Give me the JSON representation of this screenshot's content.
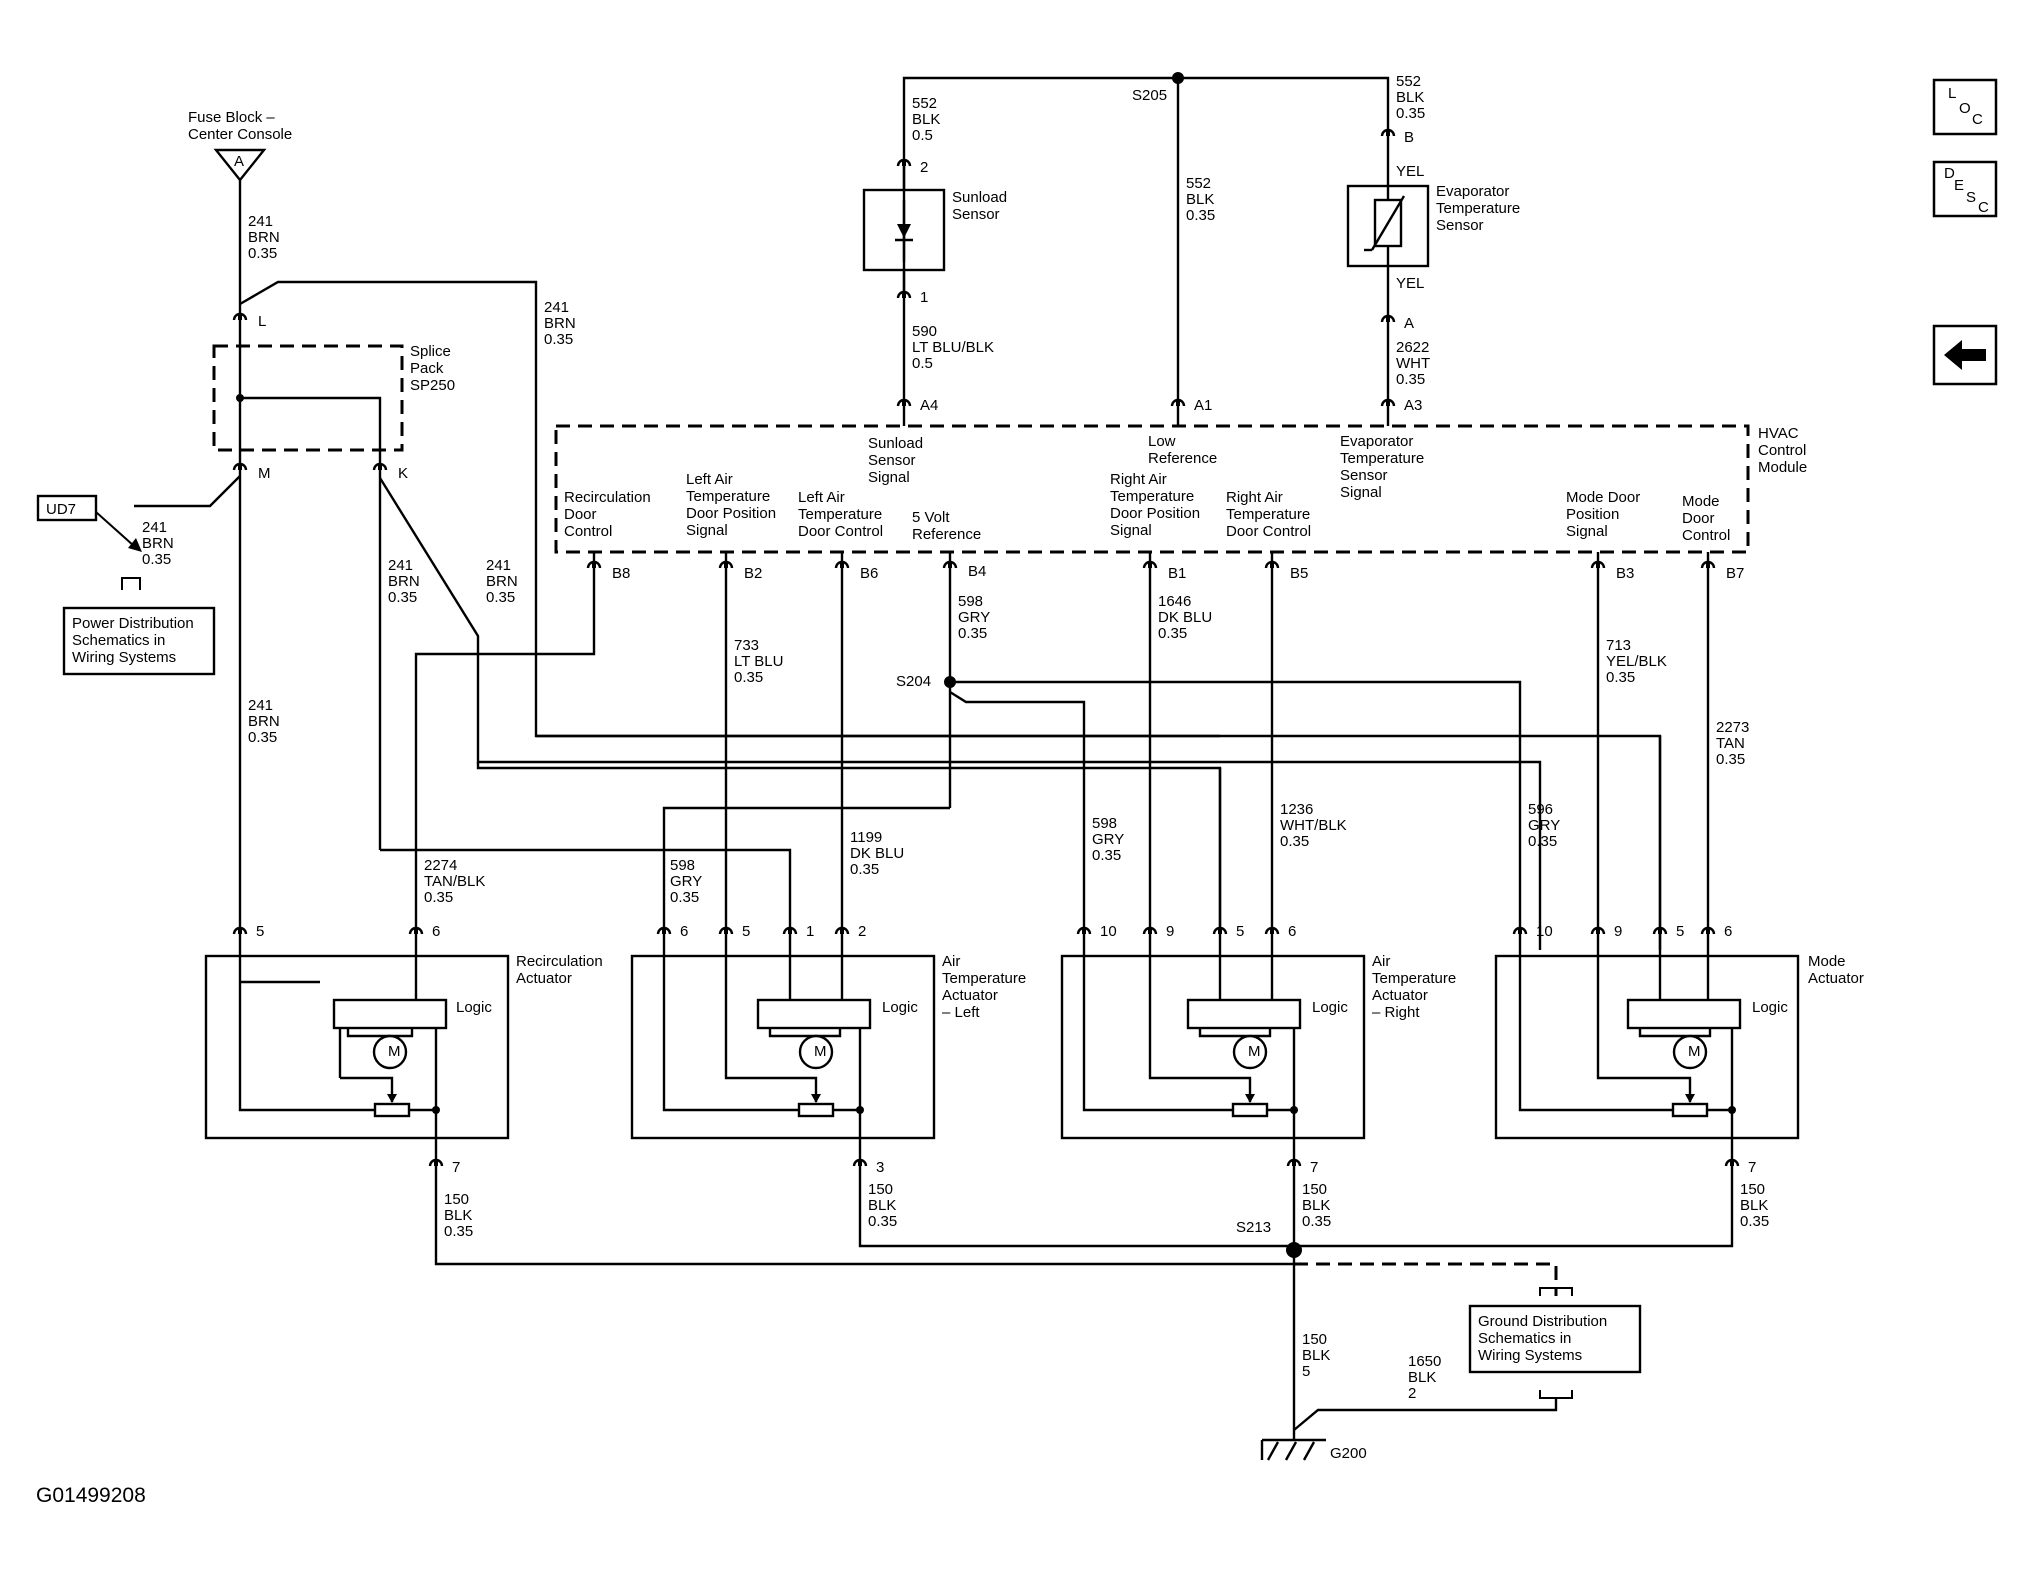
{
  "diagram_id": "G01499208",
  "nav": {
    "loc": [
      "L",
      "O",
      "C"
    ],
    "desc": [
      "D",
      "E",
      "S",
      "C"
    ],
    "back_glyph": "⬅"
  },
  "hvac": {
    "l1": "HVAC",
    "l2": "Control",
    "l3": "Module"
  },
  "fuse": {
    "l1": "Fuse Block –",
    "l2": "Center Console",
    "terminal": "A"
  },
  "splice": {
    "l1": "Splice",
    "l2": "Pack",
    "l3": "SP250",
    "pin_l": "L",
    "pin_m": "M",
    "pin_k": "K"
  },
  "ud7": "UD7",
  "power_ref": {
    "l1": "Power Distribution",
    "l2": "Schematics in",
    "l3": "Wiring Systems"
  },
  "ground_ref": {
    "l1": "Ground Distribution",
    "l2": "Schematics in",
    "l3": "Wiring Systems"
  },
  "splices": {
    "s205": "S205",
    "s204": "S204",
    "s213": "S213",
    "g200": "G200"
  },
  "sensors": {
    "sunload": {
      "l1": "Sunload",
      "l2": "Sensor",
      "pin_top": "2",
      "pin_bot": "1"
    },
    "evap": {
      "l1": "Evaporator",
      "l2": "Temperature",
      "l3": "Sensor",
      "pin_top": "B",
      "pin_bot": "A",
      "yel": "YEL"
    }
  },
  "top_pins": {
    "a4": "A4",
    "a1": "A1",
    "a3": "A3"
  },
  "top_signals": {
    "sunload": [
      "Sunload",
      "Sensor",
      "Signal"
    ],
    "low": [
      "Low",
      "Reference"
    ],
    "evap": [
      "Evaporator",
      "Temperature",
      "Sensor",
      "Signal"
    ]
  },
  "bottom_signals": {
    "b8": [
      "Recirculation",
      "Door",
      "Control"
    ],
    "b2": [
      "Left Air",
      "Temperature",
      "Door Position",
      "Signal"
    ],
    "b6": [
      "Left Air",
      "Temperature",
      "Door Control"
    ],
    "b4": [
      "5 Volt",
      "Reference"
    ],
    "b1": [
      "Right Air",
      "Temperature",
      "Door Position",
      "Signal"
    ],
    "b5": [
      "Right Air",
      "Temperature",
      "Door Control"
    ],
    "b3": [
      "Mode Door",
      "Position",
      "Signal"
    ],
    "b7": [
      "Mode",
      "Door",
      "Control"
    ]
  },
  "bottom_pins": {
    "b8": "B8",
    "b2": "B2",
    "b6": "B6",
    "b4": "B4",
    "b1": "B1",
    "b5": "B5",
    "b3": "B3",
    "b7": "B7"
  },
  "wires": {
    "w552a": [
      "552",
      "BLK",
      "0.5"
    ],
    "w552b": [
      "552",
      "BLK",
      "0.35"
    ],
    "w552c": [
      "552",
      "BLK",
      "0.35"
    ],
    "w590": [
      "590",
      "LT BLU/BLK",
      "0.5"
    ],
    "w2622": [
      "2622",
      "WHT",
      "0.35"
    ],
    "w241a": [
      "241",
      "BRN",
      "0.35"
    ],
    "w241b": [
      "241",
      "BRN",
      "0.35"
    ],
    "w241c": [
      "241",
      "BRN",
      "0.35"
    ],
    "w241d": [
      "241",
      "BRN",
      "0.35"
    ],
    "w241e": [
      "241",
      "BRN",
      "0.35"
    ],
    "w241f": [
      "241",
      "BRN",
      "0.35"
    ],
    "w733": [
      "733",
      "LT BLU",
      "0.35"
    ],
    "w598a": [
      "598",
      "GRY",
      "0.35"
    ],
    "w598b": [
      "598",
      "GRY",
      "0.35"
    ],
    "w598c": [
      "598",
      "GRY",
      "0.35"
    ],
    "w596": [
      "596",
      "GRY",
      "0.35"
    ],
    "w1646": [
      "1646",
      "DK BLU",
      "0.35"
    ],
    "w713": [
      "713",
      "YEL/BLK",
      "0.35"
    ],
    "w2273": [
      "2273",
      "TAN",
      "0.35"
    ],
    "w2274": [
      "2274",
      "TAN/BLK",
      "0.35"
    ],
    "w1199": [
      "1199",
      "DK BLU",
      "0.35"
    ],
    "w1236": [
      "1236",
      "WHT/BLK",
      "0.35"
    ],
    "w150a": [
      "150",
      "BLK",
      "0.35"
    ],
    "w150b": [
      "150",
      "BLK",
      "0.35"
    ],
    "w150c": [
      "150",
      "BLK",
      "0.35"
    ],
    "w150d": [
      "150",
      "BLK",
      "0.35"
    ],
    "w150e": [
      "150",
      "BLK",
      "5"
    ],
    "w1650": [
      "1650",
      "BLK",
      "2"
    ]
  },
  "actuators": {
    "recirc": {
      "l1": "Recirculation",
      "l2": "Actuator",
      "logic": "Logic",
      "motor": "M",
      "pins": [
        "5",
        "6",
        "7"
      ]
    },
    "left": {
      "l1": "Air",
      "l2": "Temperature",
      "l3": "Actuator",
      "l4": "– Left",
      "logic": "Logic",
      "motor": "M",
      "pins": [
        "6",
        "5",
        "1",
        "2",
        "3"
      ]
    },
    "right": {
      "l1": "Air",
      "l2": "Temperature",
      "l3": "Actuator",
      "l4": "– Right",
      "logic": "Logic",
      "motor": "M",
      "pins": [
        "10",
        "9",
        "5",
        "6",
        "7"
      ]
    },
    "mode": {
      "l1": "Mode",
      "l2": "Actuator",
      "logic": "Logic",
      "motor": "M",
      "pins": [
        "10",
        "9",
        "5",
        "6",
        "7"
      ]
    }
  }
}
